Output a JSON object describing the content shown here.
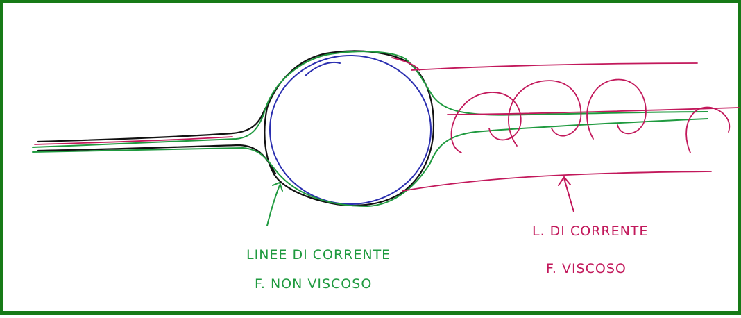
{
  "colors": {
    "frame": "#177a17",
    "inviscid_streamlines": "#1f9a3f",
    "viscous_streamlines": "#c2185b",
    "cylinder_outline": "#111111",
    "cylinder_inner": "#2b2fb0"
  },
  "labels": {
    "inviscid_line1": "LINEE DI CORRENTE",
    "inviscid_line2": "F. NON VISCOSO",
    "viscous_line1": "L. DI CORRENTE",
    "viscous_line2": "F. VISCOSO"
  }
}
